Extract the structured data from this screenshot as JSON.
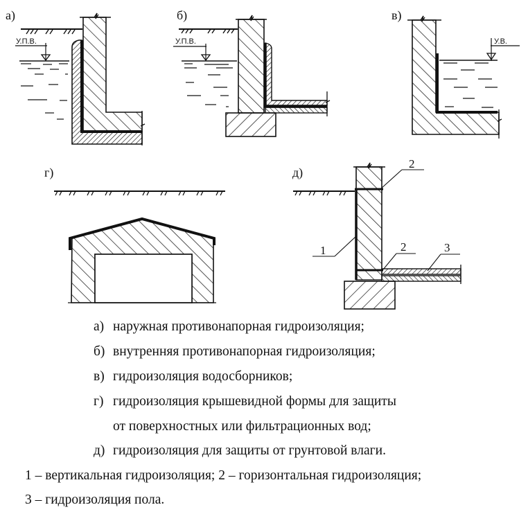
{
  "figure": {
    "panels": [
      {
        "id": "a",
        "label": "а)",
        "water_level_label": "У.П.В."
      },
      {
        "id": "b",
        "label": "б)",
        "water_level_label": "У.П.В."
      },
      {
        "id": "v",
        "label": "в)",
        "water_level_label": "У.В."
      },
      {
        "id": "g",
        "label": "г)"
      },
      {
        "id": "d",
        "label": "д)",
        "callouts": [
          "2",
          "1",
          "2",
          "3"
        ]
      }
    ]
  },
  "caption": {
    "items": [
      {
        "letter": "а)",
        "text": "наружная противонапорная гидроизоляция;"
      },
      {
        "letter": "б)",
        "text": "внутренняя противонапорная гидроизоляция;"
      },
      {
        "letter": "в)",
        "text": "гидроизоляция водосборников;"
      },
      {
        "letter": "г)",
        "text": "гидроизоляция крышевидной формы для защиты"
      },
      {
        "letter": "",
        "text": "от поверхностных или фильтрационных вод;"
      },
      {
        "letter": "д)",
        "text": "гидроизоляция для защиты от грунтовой влаги."
      }
    ],
    "legend": [
      "1 – вертикальная гидроизоляция; 2 – горизонтальная гидроизоляция;",
      "3 – гидроизоляция пола."
    ]
  }
}
